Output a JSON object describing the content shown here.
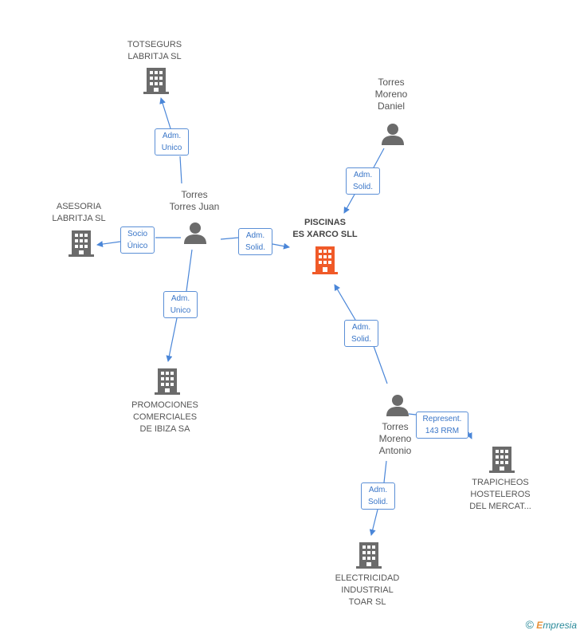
{
  "nodes": {
    "totsegurs": {
      "type": "company",
      "lines": [
        "TOTSEGURS",
        "LABRITJA SL"
      ]
    },
    "torres_moreno_daniel": {
      "type": "person",
      "lines": [
        "Torres",
        "Moreno",
        "Daniel"
      ]
    },
    "asesoria": {
      "type": "company",
      "lines": [
        "ASESORIA",
        "LABRITJA  SL"
      ]
    },
    "torres_torres_juan": {
      "type": "person",
      "lines": [
        "Torres",
        "Torres Juan"
      ]
    },
    "piscinas": {
      "type": "focus",
      "lines": [
        "PISCINAS",
        "ES XARCO SLL"
      ]
    },
    "promociones": {
      "type": "company",
      "lines": [
        "PROMOCIONES",
        "COMERCIALES",
        "DE IBIZA SA"
      ]
    },
    "torres_moreno_antonio": {
      "type": "person",
      "lines": [
        "Torres",
        "Moreno",
        "Antonio"
      ]
    },
    "trapicheos": {
      "type": "company",
      "lines": [
        "TRAPICHEOS",
        "HOSTELEROS",
        "DEL MERCAT..."
      ]
    },
    "electricidad": {
      "type": "company",
      "lines": [
        "ELECTRICIDAD",
        "INDUSTRIAL",
        "TOAR SL"
      ]
    }
  },
  "edges": {
    "juan_totsegurs": {
      "lines": [
        "Adm.",
        "Unico"
      ]
    },
    "daniel_piscinas": {
      "lines": [
        "Adm.",
        "Solid."
      ]
    },
    "juan_asesoria": {
      "lines": [
        "Socio",
        "Único"
      ]
    },
    "juan_piscinas": {
      "lines": [
        "Adm.",
        "Solid."
      ]
    },
    "juan_promociones": {
      "lines": [
        "Adm.",
        "Unico"
      ]
    },
    "antonio_piscinas": {
      "lines": [
        "Adm.",
        "Solid."
      ]
    },
    "antonio_trapicheos": {
      "lines": [
        "Represent.",
        "143 RRM"
      ]
    },
    "antonio_electricidad": {
      "lines": [
        "Adm.",
        "Solid."
      ]
    }
  },
  "colors": {
    "edge": "#4a86d8",
    "company_icon": "#6b6b6b",
    "focus_icon": "#f05a28",
    "person_icon": "#6b6b6b"
  },
  "brand": {
    "copyright": "©",
    "name_first": "E",
    "name_rest": "mpresia"
  }
}
